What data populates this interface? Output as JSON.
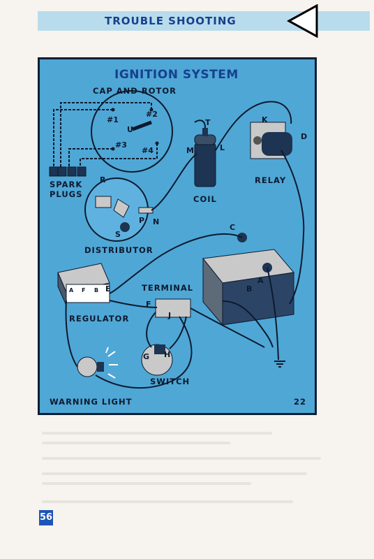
{
  "header": {
    "title": "TROUBLE SHOOTING"
  },
  "diagram": {
    "title": "IGNITION SYSTEM",
    "cap_and_rotor": "CAP AND ROTOR",
    "spark_plugs_line1": "SPARK",
    "spark_plugs_line2": "PLUGS",
    "distributor": "DISTRIBUTOR",
    "coil": "COIL",
    "relay": "RELAY",
    "terminal": "TERMINAL",
    "regulator": "REGULATOR",
    "switch": "SWITCH",
    "warning_light": "WARNING LIGHT",
    "figure_number": "22",
    "cap_labels": {
      "c1": "#1",
      "c2": "#2",
      "c3": "#3",
      "c4": "#4",
      "u": "U"
    },
    "points": {
      "A": "A",
      "B": "B",
      "C": "C",
      "D": "D",
      "E": "E",
      "F": "F",
      "G": "G",
      "H": "H",
      "J": "J",
      "K": "K",
      "L": "L",
      "M": "M",
      "N": "N",
      "P": "P",
      "R": "R",
      "S": "S",
      "T": "T"
    },
    "regulator_terminals": {
      "a": "A",
      "f": "F",
      "b": "B"
    }
  },
  "footer": {
    "page_number": "56"
  }
}
